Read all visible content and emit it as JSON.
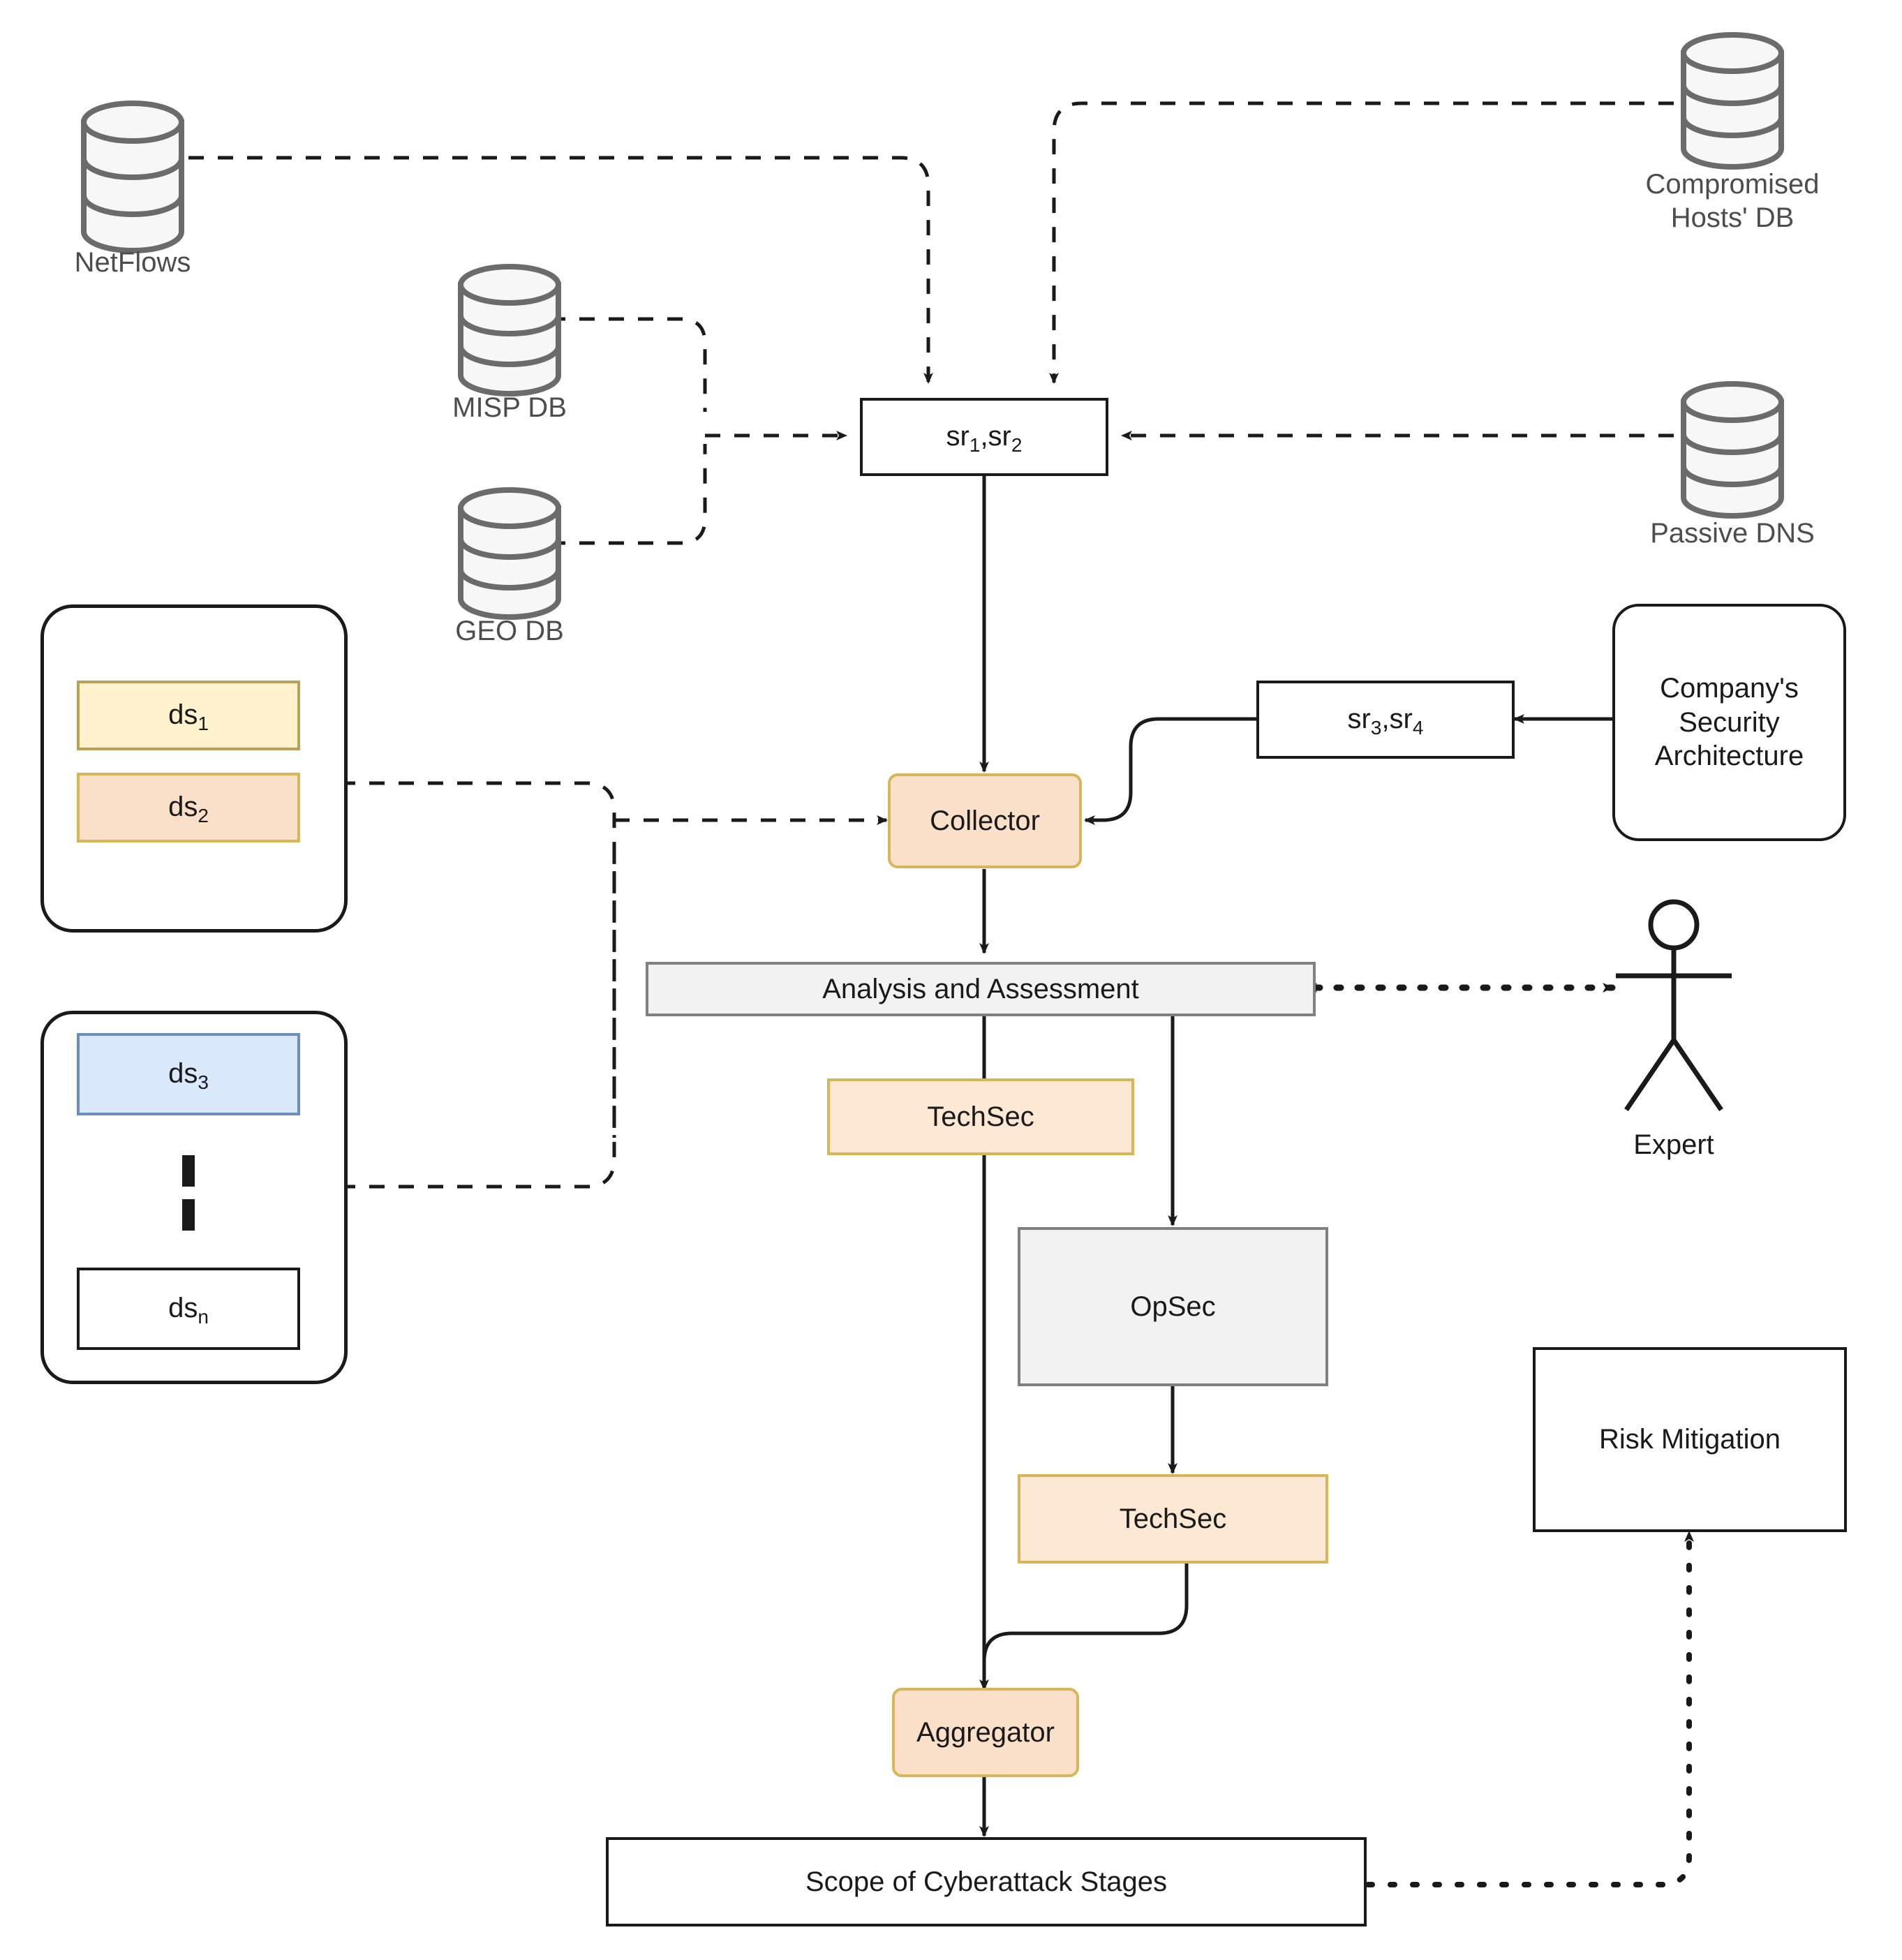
{
  "diagram": {
    "title_present": false,
    "colors": {
      "orange_fill": "#fbe0c9",
      "orange_border": "#d6b656",
      "yellow_fill": "#fff2cc",
      "blue_fill": "#dae8fc",
      "blue_border": "#6c8ebf",
      "gray_fill": "#f2f2f2",
      "gray_border": "#808080",
      "outline": "#1a1a1a",
      "db_outline": "#666666",
      "db_fill": "#f5f5f5"
    }
  },
  "databases": [
    {
      "id": "netflows",
      "label": "NetFlows",
      "icon": "database-cylinder-icon"
    },
    {
      "id": "misp",
      "label": "MISP DB",
      "icon": "database-cylinder-icon"
    },
    {
      "id": "geo",
      "label": "GEO DB",
      "icon": "database-cylinder-icon"
    },
    {
      "id": "chosts",
      "label": "Compromised\nHosts' DB",
      "icon": "database-cylinder-icon"
    },
    {
      "id": "pdns",
      "label": "Passive DNS",
      "icon": "database-cylinder-icon"
    }
  ],
  "nodes": {
    "sr12": {
      "label": "sr",
      "sub1": "1",
      "sep": ",sr",
      "sub2": "2"
    },
    "sr34": {
      "label": "sr",
      "sub1": "3",
      "sep": ",sr",
      "sub2": "4"
    },
    "collector": {
      "label": "Collector"
    },
    "analysis": {
      "label": "Analysis and Assessment"
    },
    "techsec_1": {
      "label": "TechSec"
    },
    "opsec": {
      "label": "OpSec"
    },
    "techsec_2": {
      "label": "TechSec"
    },
    "aggregator": {
      "label": "Aggregator"
    },
    "scope": {
      "label": "Scope of Cyberattack Stages"
    },
    "risk": {
      "label": "Risk Mitigation"
    },
    "company": {
      "label": "Company's\nSecurity\nArchitecture"
    },
    "expert": {
      "label": "Expert"
    }
  },
  "datasource_panels": [
    {
      "id": "panel-top",
      "items": [
        {
          "id": "ds1",
          "label": "ds",
          "subscript": "1",
          "style": "yellow"
        },
        {
          "id": "ds2",
          "label": "ds",
          "subscript": "2",
          "style": "orange"
        }
      ]
    },
    {
      "id": "panel-bottom",
      "items": [
        {
          "id": "ds3",
          "label": "ds",
          "subscript": "3",
          "style": "blue"
        },
        {
          "id": "ellipsis",
          "label": "",
          "subscript": "",
          "style": "vertical-dots"
        },
        {
          "id": "dsn",
          "label": "ds",
          "subscript": "n",
          "style": "plain"
        }
      ]
    }
  ],
  "edges": [
    {
      "from": "netflows",
      "to": "sr12",
      "style": "dashed",
      "arrow": "single"
    },
    {
      "from": "chosts",
      "to": "sr12",
      "style": "dashed",
      "arrow": "single"
    },
    {
      "from": "misp",
      "to": "sr12",
      "style": "dashed",
      "arrow": "single"
    },
    {
      "from": "geo",
      "to": "sr12",
      "style": "dashed",
      "arrow": "single"
    },
    {
      "from": "pdns",
      "to": "sr12",
      "style": "dashed",
      "arrow": "single"
    },
    {
      "from": "sr12",
      "to": "collector",
      "style": "solid",
      "arrow": "single"
    },
    {
      "from": "panel-top",
      "to": "collector",
      "style": "dashed",
      "arrow": "single"
    },
    {
      "from": "panel-bottom",
      "to": "collector",
      "style": "dashed",
      "arrow": "single"
    },
    {
      "from": "company",
      "to": "sr34",
      "style": "solid",
      "arrow": "single"
    },
    {
      "from": "sr34",
      "to": "collector",
      "style": "solid",
      "arrow": "single"
    },
    {
      "from": "collector",
      "to": "analysis",
      "style": "solid",
      "arrow": "single"
    },
    {
      "from": "analysis",
      "to": "expert",
      "style": "dotted",
      "arrow": "double"
    },
    {
      "from": "analysis",
      "to": "aggregator",
      "style": "solid",
      "arrow": "single"
    },
    {
      "from": "analysis",
      "to": "opsec",
      "style": "solid",
      "arrow": "single"
    },
    {
      "from": "opsec",
      "to": "techsec_2",
      "style": "solid",
      "arrow": "single"
    },
    {
      "from": "techsec_2",
      "to": "aggregator",
      "style": "solid",
      "arrow": "single"
    },
    {
      "from": "aggregator",
      "to": "scope",
      "style": "solid",
      "arrow": "single"
    },
    {
      "from": "scope",
      "to": "risk",
      "style": "dotted",
      "arrow": "single"
    }
  ]
}
